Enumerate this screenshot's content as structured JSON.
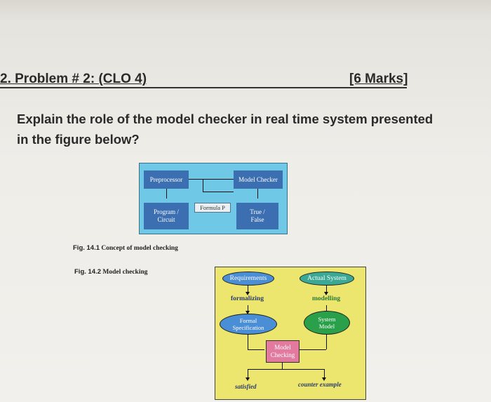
{
  "question": {
    "title": "2. Problem # 2: (CLO 4)",
    "marks": "[6 Marks]",
    "prompt": "Explain the role of the model checker in real time system presented in the figure below?"
  },
  "figure1": {
    "caption_prefix": "Fig. 14.1",
    "caption": "Concept of model checking",
    "preprocessor": "Preprocessor",
    "model_checker": "Model Checker",
    "formula": "Formula P",
    "program": "Program /",
    "circuit": "Circuit",
    "true": "True /",
    "false": "False"
  },
  "figure2": {
    "caption_prefix": "Fig. 14.2",
    "caption": "Model checking",
    "requirements": "Requirements",
    "actual_system": "Actual System",
    "formalizing": "formalizing",
    "modelling": "modelling",
    "formal": "Formal",
    "specification": "Specification",
    "system": "System",
    "model": "Model",
    "model_checking_1": "Model",
    "model_checking_2": "Checking",
    "satisfied": "satisfied",
    "counter_example": "counter example"
  },
  "colors": {
    "fig1_background": "#6fc9e6",
    "fig1_box": "#3b6fb1",
    "fig2_background": "#ece66e",
    "model_checking_box": "#e17a9e"
  }
}
